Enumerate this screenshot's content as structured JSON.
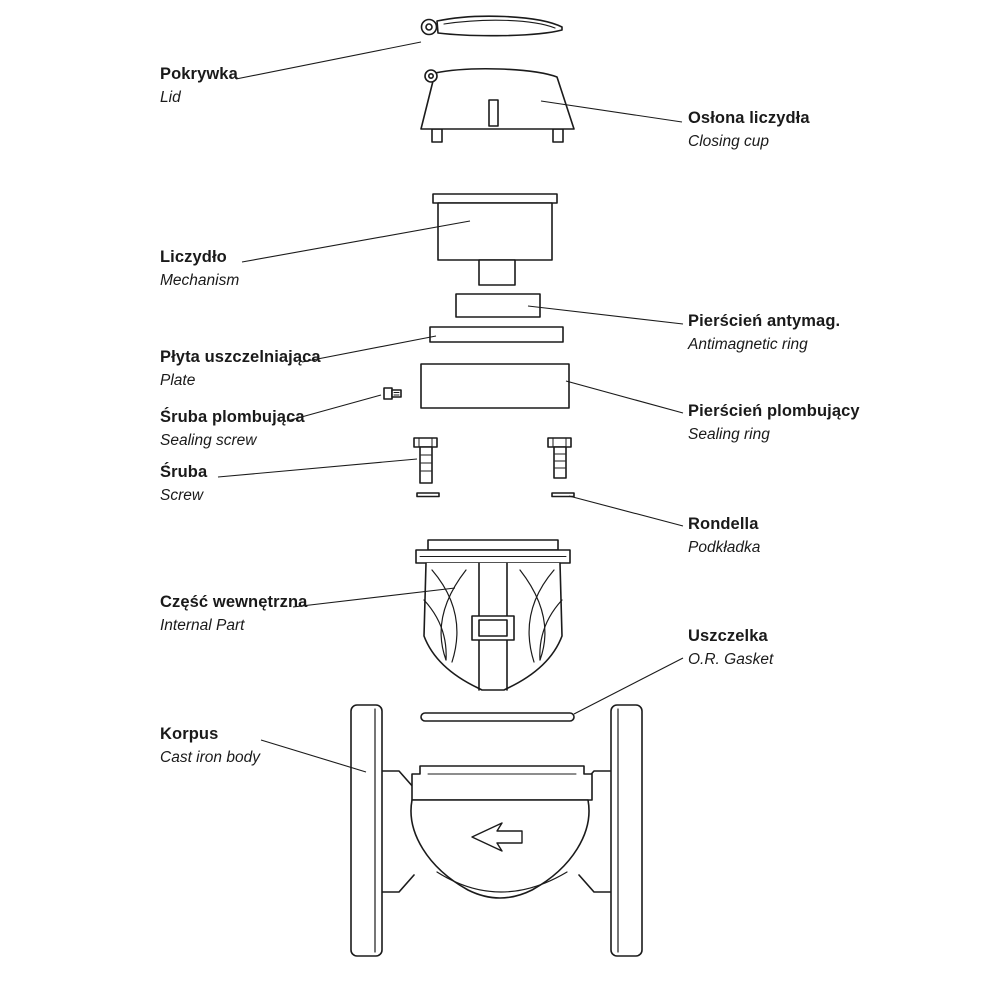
{
  "page": {
    "background": "#ffffff",
    "ink": "#1a1a1a"
  },
  "labels": {
    "lid": {
      "pl": "Pokrywka",
      "en": "Lid"
    },
    "closing_cup": {
      "pl": "Osłona liczydła",
      "en": "Closing cup"
    },
    "mechanism": {
      "pl": "Liczydło",
      "en": "Mechanism"
    },
    "antimagnetic_ring": {
      "pl": "Pierścień antymag.",
      "en": "Antimagnetic ring"
    },
    "plate": {
      "pl": "Płyta uszczelniająca",
      "en": "Plate"
    },
    "sealing_ring": {
      "pl": "Pierścień plombujący",
      "en": "Sealing ring"
    },
    "sealing_screw": {
      "pl": "Śruba plombująca",
      "en": "Sealing screw"
    },
    "screw": {
      "pl": "Śruba",
      "en": "Screw"
    },
    "washer": {
      "pl": "Rondella",
      "en": "Podkładka"
    },
    "internal_part": {
      "pl": "Część wewnętrzna",
      "en": "Internal Part"
    },
    "gasket": {
      "pl": "Uszczelka",
      "en": "O.R. Gasket"
    },
    "body": {
      "pl": "Korpus",
      "en": "Cast iron body"
    }
  }
}
